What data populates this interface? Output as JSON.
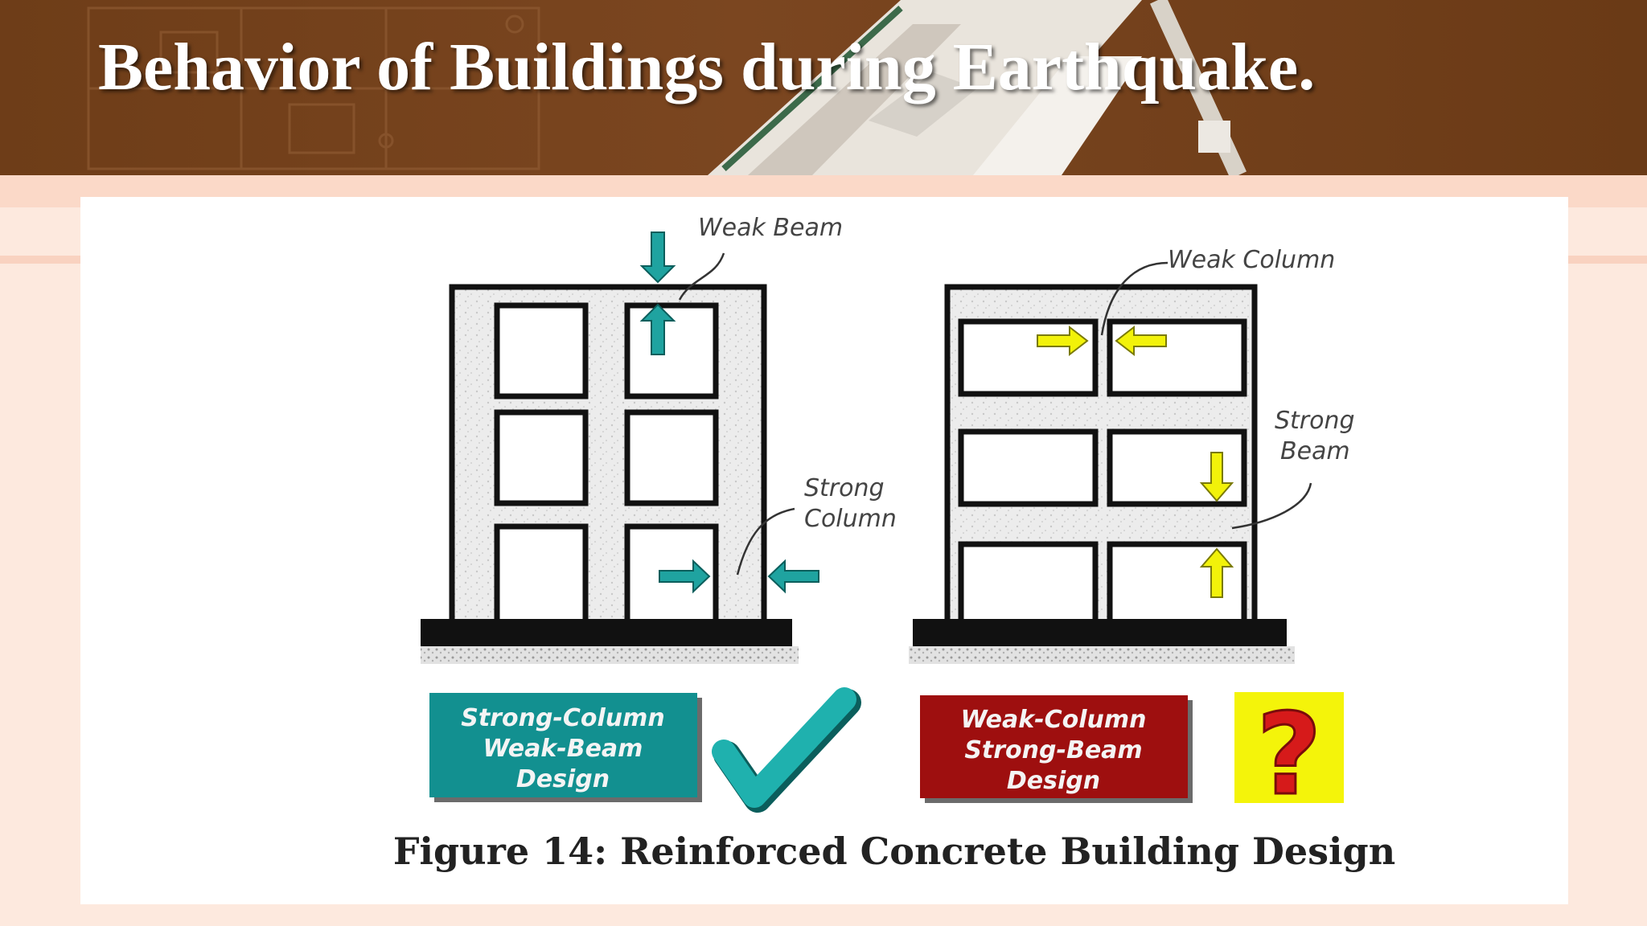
{
  "slide": {
    "title": "Behavior of Buildings during Earthquake."
  },
  "figure": {
    "left_diagram": {
      "weak_label": "Weak Beam",
      "strong_label_line1": "Strong",
      "strong_label_line2": "Column",
      "design_line1": "Strong-Column",
      "design_line2": "Weak-Beam",
      "design_line3": "Design",
      "design_box_color": "#129090",
      "arrow_color": "#1fa3a0",
      "verdict_icon": "checkmark-icon"
    },
    "right_diagram": {
      "weak_label": "Weak Column",
      "strong_label_line1": "Strong",
      "strong_label_line2": "Beam",
      "design_line1": "Weak-Column",
      "design_line2": "Strong-Beam",
      "design_line3": "Design",
      "design_box_color": "#9e0f0f",
      "arrow_color": "#f2f20a",
      "verdict_icon": "question-mark-icon",
      "verdict_symbol": "?"
    },
    "caption": "Figure 14: Reinforced Concrete Building Design"
  }
}
